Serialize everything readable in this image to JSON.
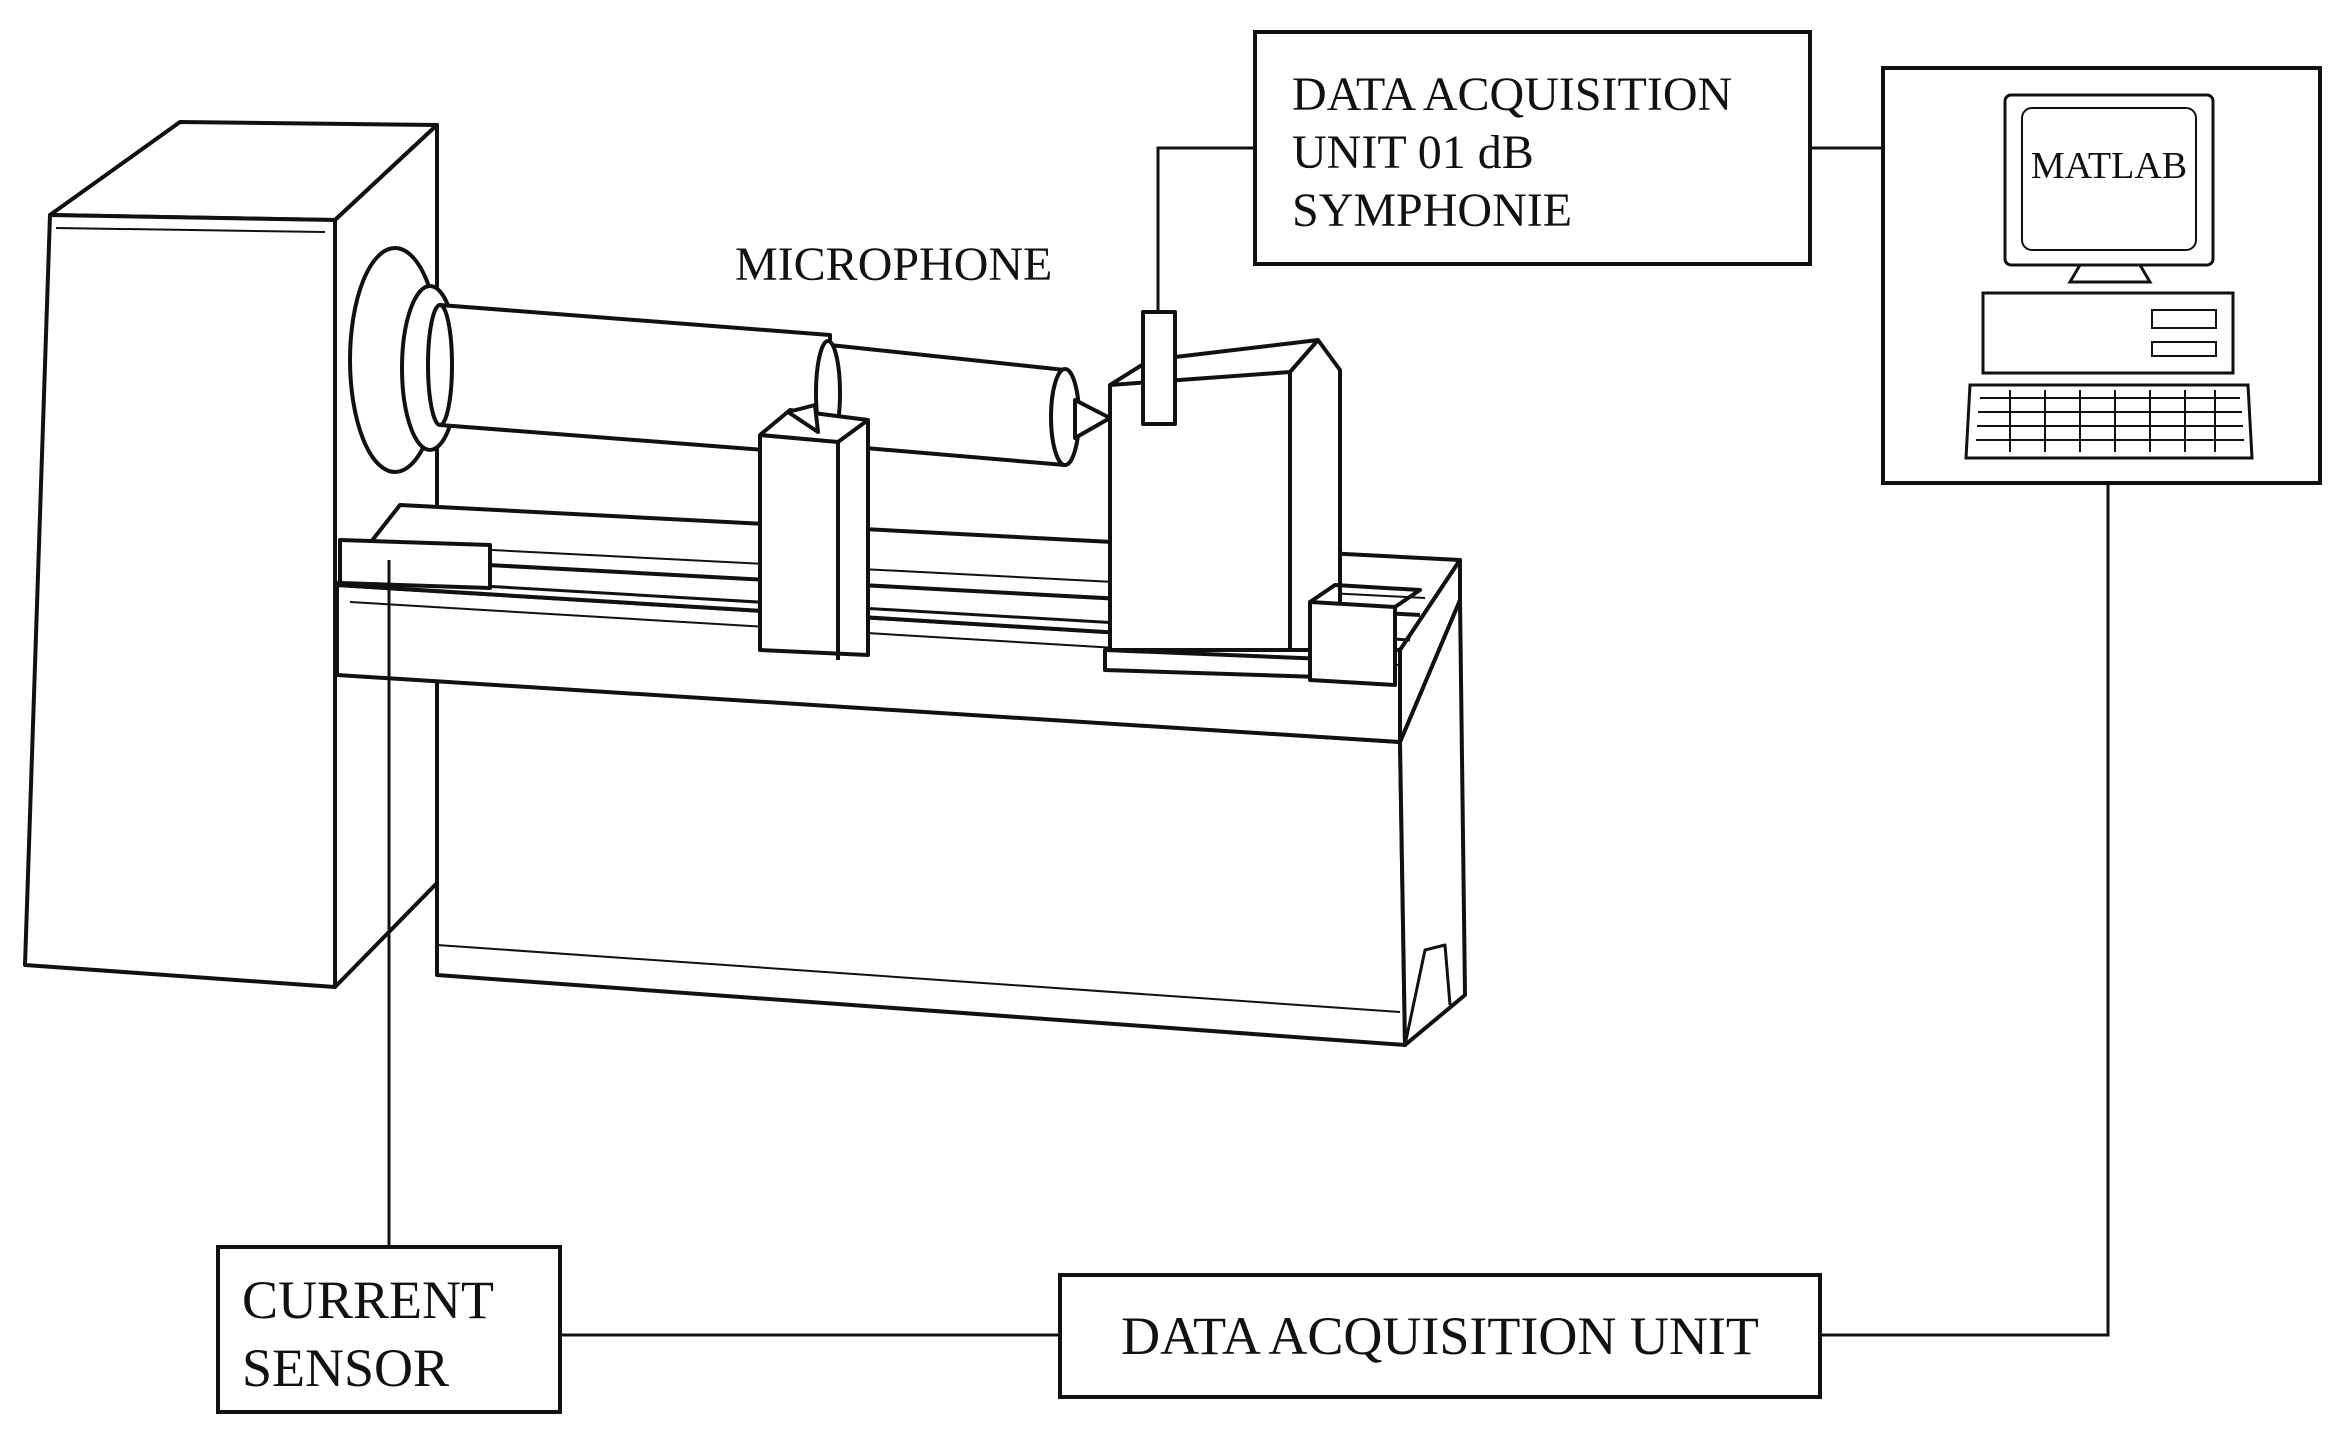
{
  "diagram": {
    "microphone_label": "MICROPHONE",
    "daq_top": {
      "line1": "DATA ACQUISITION",
      "line2": "UNIT 01 dB",
      "line3": "SYMPHONIE"
    },
    "computer": {
      "screen_label": "MATLAB",
      "icon": "computer-icon"
    },
    "current_sensor": {
      "line1": "CURRENT",
      "line2": "SENSOR"
    },
    "daq_bottom": {
      "label": "DATA ACQUISITION UNIT"
    },
    "machine": {
      "icon": "lathe-machine-icon"
    },
    "colors": {
      "stroke": "#111111",
      "background": "#ffffff"
    }
  }
}
